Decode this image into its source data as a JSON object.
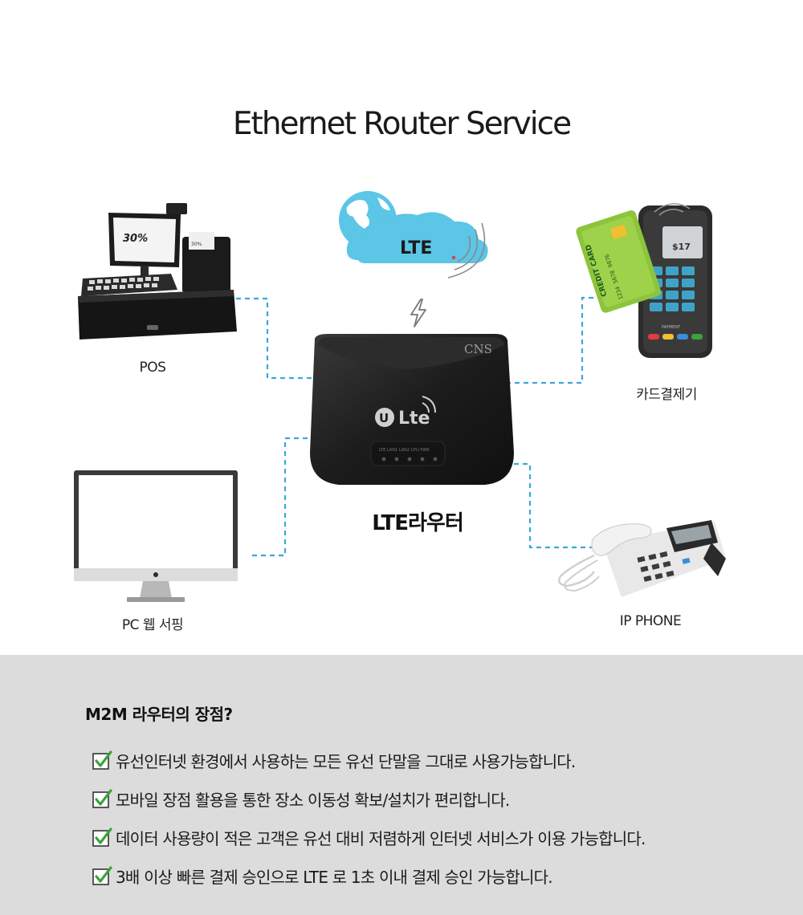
{
  "diagram": {
    "title": "Ethernet Router Service",
    "cloud_label": "LTE",
    "nodes": {
      "pos": {
        "label": "POS",
        "screen_text": "30%",
        "receipt_text": "30%"
      },
      "card_terminal": {
        "label": "카드결제기",
        "screen_text": "$17",
        "card_text": "CREDIT CARD",
        "card_number": "1234 5678 9876",
        "payment_text": "PAYMENT"
      },
      "router": {
        "label": "LTE라우터",
        "brand": "CNS",
        "logo_text": "Lte",
        "leds": "LTE LAN1 LAN2 CPU PWR"
      },
      "pc": {
        "label": "PC 웹 서핑"
      },
      "ip_phone": {
        "label": "IP PHONE"
      }
    },
    "colors": {
      "connector": "#3aa7dc",
      "cloud": "#5bc6e6",
      "globe_land": "#ffffff",
      "lte_dot": "#e23b3b"
    },
    "icons": [
      "lightning-icon",
      "globe-icon",
      "wireless-signal-icon"
    ]
  },
  "benefits": {
    "heading": "M2M 라우터의 장점?",
    "items": [
      "유선인터넷 환경에서 사용하는 모든  유선 단말을 그대로 사용가능합니다.",
      "모바일 장점 활용을 통한 장소 이동성 확보/설치가 편리합니다.",
      "데이터 사용량이 적은 고객은 유선 대비 저렴하게 인터넷 서비스가 이용 가능합니다.",
      "3배 이상 빠른 결제 승인으로 LTE 로 1초 이내 결제 승인 가능합니다."
    ],
    "colors": {
      "panel": "#dcdcdc",
      "check": "#3aa33a"
    },
    "icons": [
      "checkbox-checked-icon"
    ]
  }
}
